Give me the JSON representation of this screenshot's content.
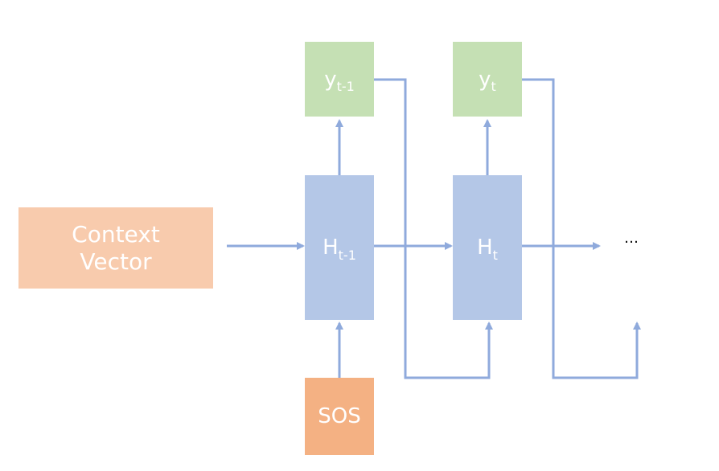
{
  "nodes": {
    "context": {
      "line1": "Context",
      "line2": "Vector"
    },
    "h_prev": {
      "base": "H",
      "sub": "t-1"
    },
    "h_curr": {
      "base": "H",
      "sub": "t"
    },
    "y_prev": {
      "base": "y",
      "sub": "t-1"
    },
    "y_curr": {
      "base": "y",
      "sub": "t"
    },
    "sos": "SOS",
    "ellipsis": "…"
  },
  "colors": {
    "arrow": "#8faadc",
    "hidden": "#b4c7e7",
    "output": "#c5e0b4",
    "context": "#f8cbad",
    "sos": "#f4b183"
  }
}
